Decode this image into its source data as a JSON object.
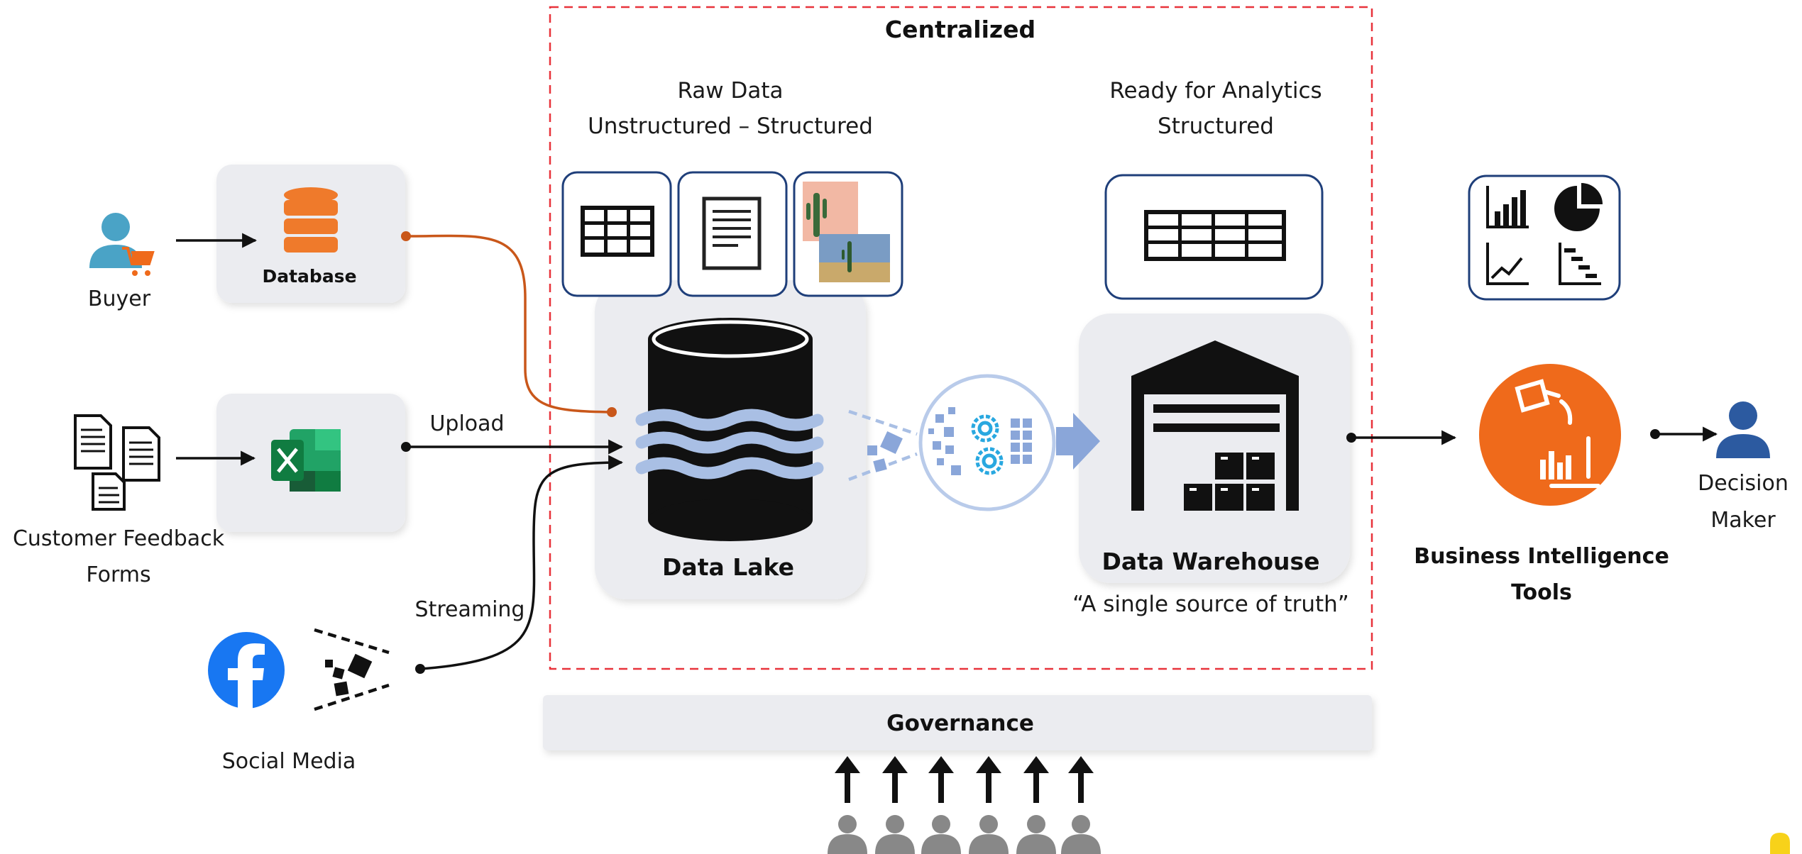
{
  "zone": {
    "title": "Centralized"
  },
  "raw": {
    "line1": "Raw Data",
    "line2": "Unstructured – Structured"
  },
  "ready": {
    "line1": "Ready for Analytics",
    "line2": "Structured"
  },
  "sources": {
    "buyer": "Buyer",
    "database": "Database",
    "forms_line1": "Customer Feedback",
    "forms_line2": "Forms",
    "social": "Social Media"
  },
  "flows": {
    "upload": "Upload",
    "streaming": "Streaming"
  },
  "lake": {
    "label": "Data Lake"
  },
  "warehouse": {
    "label": "Data Warehouse",
    "tagline": "“A single source of truth”"
  },
  "bi": {
    "line1": "Business Intelligence",
    "line2": "Tools"
  },
  "decision": {
    "line1": "Decision",
    "line2": "Maker"
  },
  "governance": {
    "label": "Governance"
  },
  "colors": {
    "accent_orange": "#ef6a1b",
    "frame_navy": "#1f3f7a",
    "zone_red": "#e8333b",
    "panel_gray": "#ebecf0",
    "wave_blue": "#a9bfe4",
    "person_blue": "#2c5aa0",
    "buyer_teal": "#4aa3c6"
  },
  "icons": [
    "person-cart-icon",
    "database-icon",
    "documents-icon",
    "excel-icon",
    "facebook-icon",
    "data-particles-icon",
    "table-icon",
    "document-icon",
    "image-icon",
    "lake-icon",
    "gears-icon",
    "warehouse-icon",
    "charts-icon",
    "bi-icon",
    "person-icon",
    "people-icon"
  ]
}
